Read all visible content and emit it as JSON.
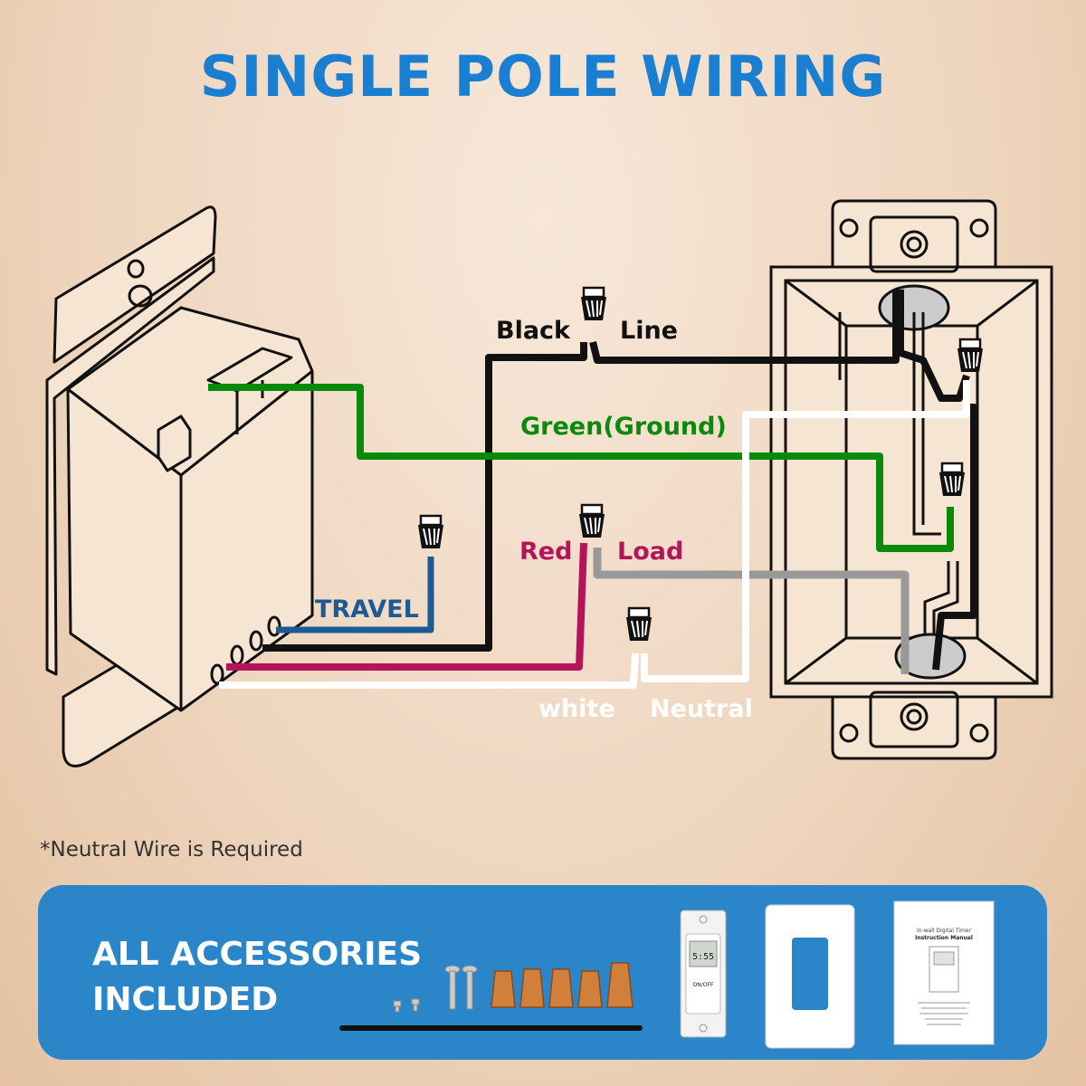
{
  "title": "SINGLE POLE WIRING",
  "labels": {
    "black": "Black",
    "line": "Line",
    "green_ground": "Green(Ground)",
    "red": "Red",
    "load": "Load",
    "travel": "TRAVEL",
    "white": "white",
    "neutral": "Neutral"
  },
  "note": "*Neutral Wire is Required",
  "accessories": {
    "title_line1": "ALL ACCESSORIES",
    "title_line2": "INCLUDED",
    "timer_display": "5:55",
    "timer_button": "ON/OFF",
    "manual_line1": "In-wall Digital Timer",
    "manual_line2": "Instruction Manual"
  },
  "colors": {
    "title": "#1a7fd1",
    "black_wire": "#111111",
    "green_wire": "#0a8a0a",
    "red_wire": "#b5135a",
    "travel_wire": "#1c5a96",
    "gray_wire": "#999999",
    "white_wire": "#ffffff",
    "panel": "#2b86c9",
    "wire_nut": "#d0803a"
  }
}
